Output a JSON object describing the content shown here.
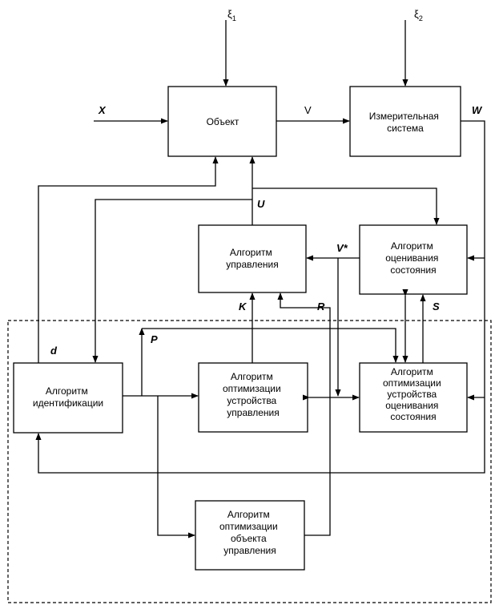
{
  "blocks": {
    "object": [
      "Объект"
    ],
    "measuring_system": [
      "Измерительная",
      "система"
    ],
    "control_algorithm": [
      "Алгоритм",
      "управления"
    ],
    "state_estimation": [
      "Алгоритм",
      "оценивания",
      "состояния"
    ],
    "identification": [
      "Алгоритм",
      "идентификации"
    ],
    "control_device_optimization": [
      "Алгоритм",
      "оптимизации",
      "устройства",
      "управления"
    ],
    "estimation_device_optimization": [
      "Алгоритм",
      "оптимизации",
      "устройства",
      "оценивания",
      "состояния"
    ],
    "control_object_optimization": [
      "Алгоритм",
      "оптимизации",
      "объекта",
      "управления"
    ]
  },
  "signals": {
    "xi1": "ξ",
    "xi1_sub": "1",
    "xi2": "ξ",
    "xi2_sub": "2",
    "x": "X",
    "v": "V",
    "w": "W",
    "u": "U",
    "v_star": "V*",
    "d": "d",
    "p": "P",
    "k": "K",
    "r": "R",
    "s": "S"
  }
}
